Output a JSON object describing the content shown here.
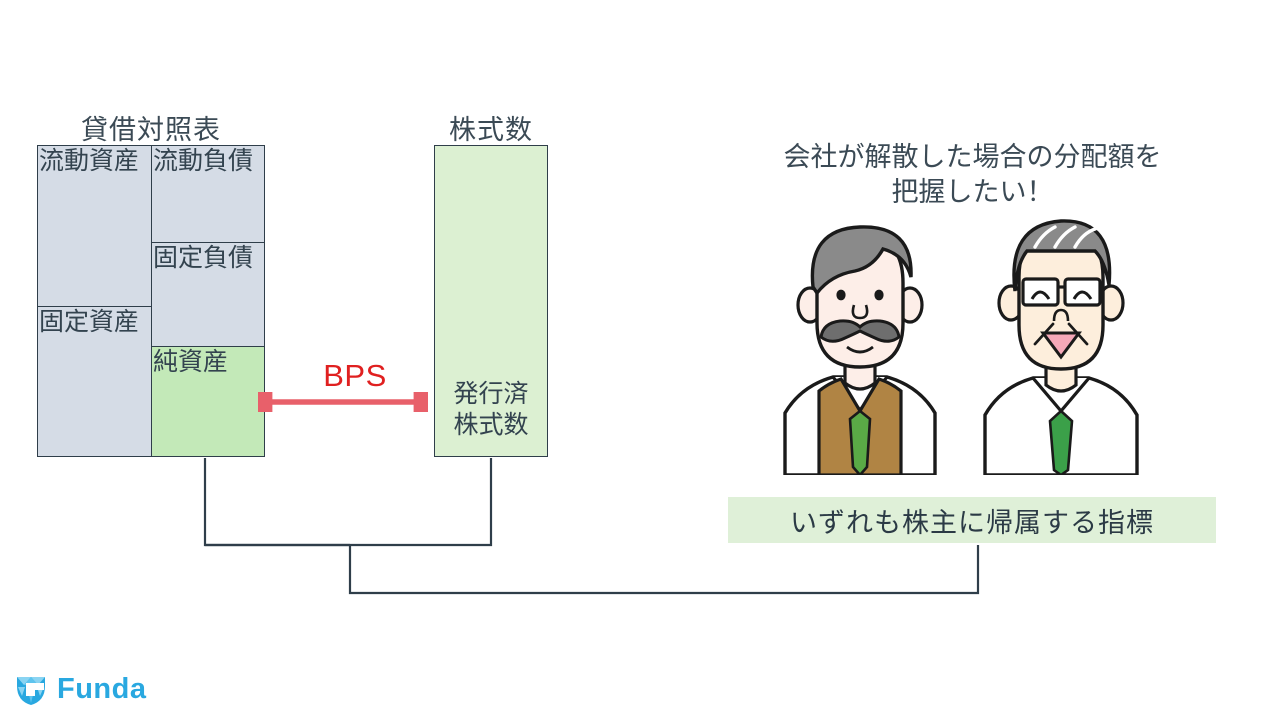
{
  "slide": {
    "background": "#ffffff",
    "accent_red": "#e02020",
    "accent_blue": "#29a8e0",
    "fill_blue": "#d5dce6",
    "fill_green_dark": "#c3e9b8",
    "fill_green_light": "#dcf0d2",
    "banner_green": "#dff0d8",
    "line_color": "#2f3e4a"
  },
  "balance_sheet": {
    "caption": "貸借対照表",
    "cells": [
      {
        "label": "流動資産",
        "side": "left"
      },
      {
        "label": "固定資産",
        "side": "left"
      },
      {
        "label": "流動負債",
        "side": "right"
      },
      {
        "label": "固定負債",
        "side": "right"
      },
      {
        "label": "純資産",
        "side": "right"
      }
    ]
  },
  "shares": {
    "caption": "株式数",
    "label_line1": "発行済",
    "label_line2": "株式数"
  },
  "metric": {
    "label": "BPS",
    "arrow": "double-headed-horizontal-arrow"
  },
  "headline": {
    "line1": "会社が解散した場合の分配額を",
    "line2": "把握したい！"
  },
  "banner": {
    "text": "いずれも株主に帰属する指標"
  },
  "people": {
    "person_left": {
      "name": "mustached-man-illustration",
      "hair_color": "#8a8a8a",
      "vest_color": "#b08444",
      "tie_color": "#5aaa46",
      "skin_color": "#fdeee8"
    },
    "person_right": {
      "name": "bespectacled-man-illustration",
      "hair_color": "#8a8a8a",
      "shirt_color": "#ffffff",
      "tie_color": "#3ba049",
      "skin_color": "#fdeedc"
    }
  },
  "logo": {
    "text": "Funda",
    "icon": "diamond-gem-icon",
    "color": "#29a8e0"
  }
}
